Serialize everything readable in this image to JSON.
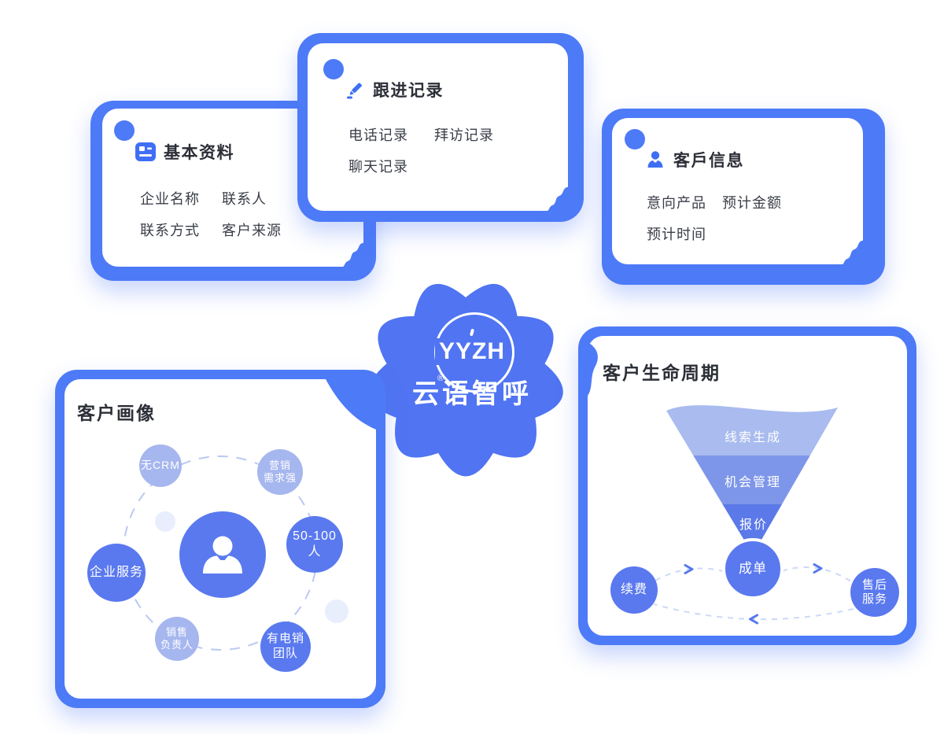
{
  "brand": {
    "abbr": "YYZH",
    "name": "云语智呼",
    "registered": "®"
  },
  "colors": {
    "primary": "#4d7af7",
    "bright_circle": "#5a79ef",
    "light_circle": "#a6b6ee",
    "funnel_top": "#a9bbef",
    "funnel_mid": "#7e96e9",
    "funnel_low": "#5b79e8",
    "blob": "#5074f2",
    "title_text": "#2c2f37",
    "body_text": "#3a3e48"
  },
  "cards": {
    "basic": {
      "title": "基本资料",
      "items": [
        "企业名称",
        "联系人",
        "联系方式",
        "客户来源"
      ]
    },
    "follow": {
      "title": "跟进记录",
      "items": [
        "电话记录",
        "拜访记录",
        "聊天记录"
      ]
    },
    "customer": {
      "title": "客戶信息",
      "items": [
        "意向产品",
        "预计金额",
        "预计时间"
      ]
    },
    "portrait": {
      "title": "客户画像",
      "bubbles": [
        {
          "line1": "无CRM"
        },
        {
          "line1": "营销",
          "line2": "需求强"
        },
        {
          "line1": "50-100人"
        },
        {
          "line1": "企业服务"
        },
        {
          "line1": "销售",
          "line2": "负责人"
        },
        {
          "line1": "有电销",
          "line2": "团队"
        }
      ]
    },
    "lifecycle": {
      "title": "客户生命周期",
      "funnel_stages": [
        "线索生成",
        "机会管理",
        "报价"
      ],
      "deal": "成单",
      "renew": "续费",
      "aftersales_line1": "售后",
      "aftersales_line2": "服务"
    }
  }
}
